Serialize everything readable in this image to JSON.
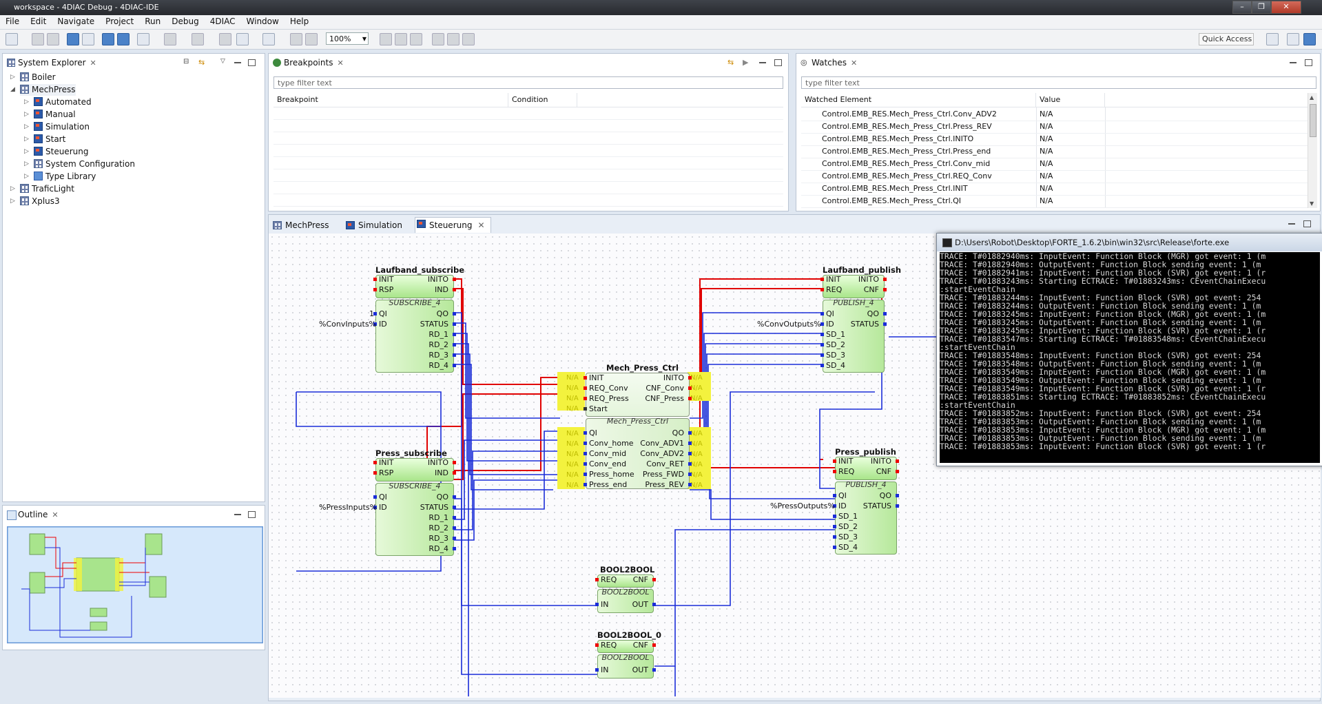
{
  "window": {
    "title": "workspace - 4DIAC Debug - 4DIAC-IDE"
  },
  "menu": [
    "File",
    "Edit",
    "Navigate",
    "Project",
    "Run",
    "Debug",
    "4DIAC",
    "Window",
    "Help"
  ],
  "toolbar": {
    "zoom": "100%",
    "quick_access": "Quick Access"
  },
  "system_explorer": {
    "title": "System Explorer",
    "items": [
      {
        "label": "Boiler"
      },
      {
        "label": "MechPress"
      },
      {
        "label": "Automated"
      },
      {
        "label": "Manual"
      },
      {
        "label": "Simulation"
      },
      {
        "label": "Start"
      },
      {
        "label": "Steuerung"
      },
      {
        "label": "System Configuration"
      },
      {
        "label": "Type Library"
      },
      {
        "label": "TraficLight"
      },
      {
        "label": "Xplus3"
      }
    ]
  },
  "outline": {
    "title": "Outline"
  },
  "breakpoints": {
    "title": "Breakpoints",
    "filter_placeholder": "type filter text",
    "columns": [
      "Breakpoint",
      "Condition"
    ]
  },
  "watches": {
    "title": "Watches",
    "filter_placeholder": "type filter text",
    "columns": [
      "Watched Element",
      "Value"
    ],
    "rows": [
      {
        "element": "Control.EMB_RES.Mech_Press_Ctrl.Conv_ADV2",
        "value": "N/A"
      },
      {
        "element": "Control.EMB_RES.Mech_Press_Ctrl.Press_REV",
        "value": "N/A"
      },
      {
        "element": "Control.EMB_RES.Mech_Press_Ctrl.INITO",
        "value": "N/A"
      },
      {
        "element": "Control.EMB_RES.Mech_Press_Ctrl.Press_end",
        "value": "N/A"
      },
      {
        "element": "Control.EMB_RES.Mech_Press_Ctrl.Conv_mid",
        "value": "N/A"
      },
      {
        "element": "Control.EMB_RES.Mech_Press_Ctrl.REQ_Conv",
        "value": "N/A"
      },
      {
        "element": "Control.EMB_RES.Mech_Press_Ctrl.INIT",
        "value": "N/A"
      },
      {
        "element": "Control.EMB_RES.Mech_Press_Ctrl.QI",
        "value": "N/A"
      }
    ]
  },
  "editor_tabs": [
    "MechPress",
    "Simulation",
    "Steuerung"
  ],
  "diagram": {
    "laufband_subscribe": {
      "name": "Laufband_subscribe",
      "type": "SUBSCRIBE_4",
      "ev_in": [
        "INIT",
        "RSP"
      ],
      "ev_out": [
        "INITO",
        "IND"
      ],
      "d_in": [
        "QI",
        "ID"
      ],
      "d_out": [
        "QO",
        "STATUS",
        "RD_1",
        "RD_2",
        "RD_3",
        "RD_4"
      ],
      "qi_const": "1",
      "id_const": "%ConvInputs%"
    },
    "press_subscribe": {
      "name": "Press_subscribe",
      "type": "SUBSCRIBE_4",
      "ev_in": [
        "INIT",
        "RSP"
      ],
      "ev_out": [
        "INITO",
        "IND"
      ],
      "d_in": [
        "QI",
        "ID"
      ],
      "d_out": [
        "QO",
        "STATUS",
        "RD_1",
        "RD_2",
        "RD_3",
        "RD_4"
      ],
      "id_const": "%PressInputs%"
    },
    "mech_press_ctrl": {
      "name": "Mech_Press_Ctrl",
      "type": "Mech_Press_Ctrl",
      "ev_in": [
        "INIT",
        "REQ_Conv",
        "REQ_Press",
        "Start"
      ],
      "ev_out": [
        "INITO",
        "CNF_Conv",
        "CNF_Press"
      ],
      "d_in": [
        "QI",
        "Conv_home",
        "Conv_mid",
        "Conv_end",
        "Press_home",
        "Press_end"
      ],
      "d_out": [
        "QO",
        "Conv_ADV1",
        "Conv_ADV2",
        "Conv_RET",
        "Press_FWD",
        "Press_REV"
      ],
      "watch_value": "N/A"
    },
    "laufband_publish": {
      "name": "Laufband_publish",
      "type": "PUBLISH_4",
      "ev_in": [
        "INIT",
        "REQ"
      ],
      "ev_out": [
        "INITO",
        "CNF"
      ],
      "d_in": [
        "QI",
        "ID",
        "SD_1",
        "SD_2",
        "SD_3",
        "SD_4"
      ],
      "d_out": [
        "QO",
        "STATUS"
      ],
      "id_const": "%ConvOutputs%"
    },
    "press_publish": {
      "name": "Press_publish",
      "type": "PUBLISH_4",
      "ev_in": [
        "INIT",
        "REQ"
      ],
      "ev_out": [
        "INITO",
        "CNF"
      ],
      "d_in": [
        "QI",
        "ID",
        "SD_1",
        "SD_2",
        "SD_3",
        "SD_4"
      ],
      "d_out": [
        "QO",
        "STATUS"
      ],
      "id_const": "%PressOutputs%"
    },
    "bool2bool": {
      "name": "BOOL2BOOL",
      "type": "BOOL2BOOL",
      "ev_in": [
        "REQ"
      ],
      "ev_out": [
        "CNF"
      ],
      "d_in": [
        "IN"
      ],
      "d_out": [
        "OUT"
      ]
    },
    "bool2bool_0": {
      "name": "BOOL2BOOL_0",
      "type": "BOOL2BOOL",
      "ev_in": [
        "REQ"
      ],
      "ev_out": [
        "CNF"
      ],
      "d_in": [
        "IN"
      ],
      "d_out": [
        "OUT"
      ]
    }
  },
  "console": {
    "title": "D:\\Users\\Robot\\Desktop\\FORTE_1.6.2\\bin\\win32\\src\\Release\\forte.exe",
    "lines": [
      "TRACE: T#01882940ms: InputEvent: Function Block (MGR) got event: 1 (m",
      "TRACE: T#01882940ms: OutputEvent: Function Block sending event: 1 (m",
      "TRACE: T#01882941ms: InputEvent: Function Block (SVR) got event: 1 (r",
      "TRACE: T#01883243ms: Starting ECTRACE: T#01883243ms: CEventChainExecu",
      ":startEventChain",
      "TRACE: T#01883244ms: InputEvent: Function Block (SVR) got event: 254",
      "TRACE: T#01883244ms: OutputEvent: Function Block sending event: 1 (m",
      "TRACE: T#01883245ms: InputEvent: Function Block (MGR) got event: 1 (m",
      "TRACE: T#01883245ms: OutputEvent: Function Block sending event: 1 (m",
      "TRACE: T#01883245ms: InputEvent: Function Block (SVR) got event: 1 (r",
      "TRACE: T#01883547ms: Starting ECTRACE: T#01883548ms: CEventChainExecu",
      ":startEventChain",
      "TRACE: T#01883548ms: InputEvent: Function Block (SVR) got event: 254",
      "TRACE: T#01883548ms: OutputEvent: Function Block sending event: 1 (m",
      "TRACE: T#01883549ms: InputEvent: Function Block (MGR) got event: 1 (m",
      "TRACE: T#01883549ms: OutputEvent: Function Block sending event: 1 (m",
      "TRACE: T#01883549ms: InputEvent: Function Block (SVR) got event: 1 (r",
      "TRACE: T#01883851ms: Starting ECTRACE: T#01883852ms: CEventChainExecu",
      ":startEventChain",
      "TRACE: T#01883852ms: InputEvent: Function Block (SVR) got event: 254",
      "TRACE: T#01883853ms: OutputEvent: Function Block sending event: 1 (m",
      "TRACE: T#01883853ms: InputEvent: Function Block (MGR) got event: 1 (m",
      "TRACE: T#01883853ms: OutputEvent: Function Block sending event: 1 (m",
      "TRACE: T#01883853ms: InputEvent: Function Block (SVR) got event: 1 (r"
    ]
  },
  "colors": {
    "event_line": "#e00000",
    "data_line": "#1a2cd8",
    "fb_fill": "#b6e89b",
    "watch_highlight": "#f3f23e"
  }
}
